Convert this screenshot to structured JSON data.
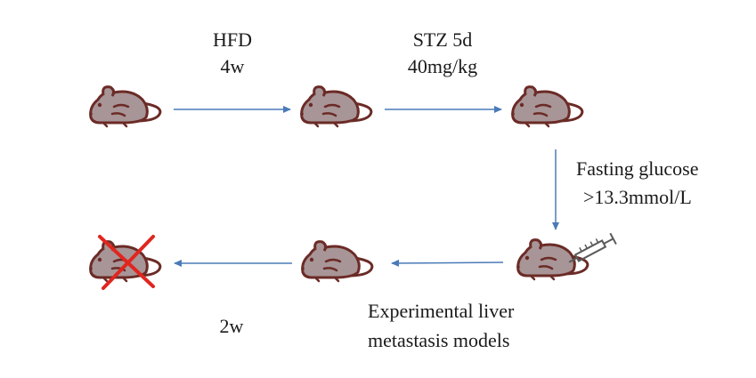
{
  "steps": {
    "hfd_name": "HFD",
    "hfd_duration": "4w",
    "stz_name": "STZ 5d",
    "stz_dose": "40mg/kg",
    "glucose_line1": "Fasting glucose",
    "glucose_line2": ">13.3mmol/L",
    "model_line1": "Experimental liver",
    "model_line2": "metastasis models",
    "endpoint_duration": "2w"
  },
  "colors": {
    "mouse_fill": "#a89597",
    "mouse_outline": "#6b2b26",
    "arrow": "#4a7ab8",
    "cross": "#e0261f",
    "syringe": "#5a5a5a"
  }
}
